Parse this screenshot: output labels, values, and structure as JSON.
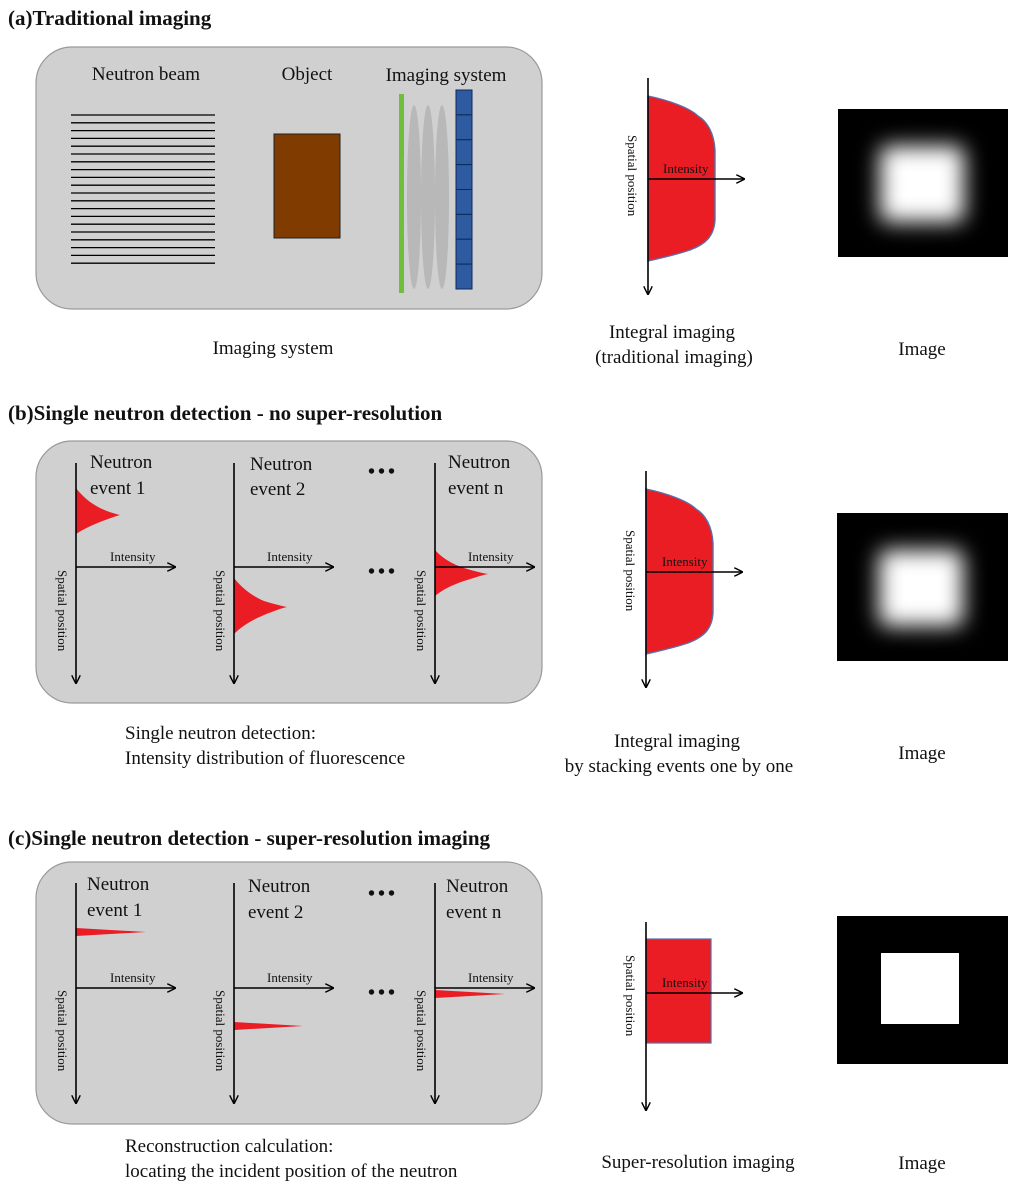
{
  "colors": {
    "panel": "#d0d0d0",
    "panel_stroke": "#9a9a9a",
    "red": "#ea1c24",
    "object": "#7f3b00",
    "scintillator": "#6fbf3c",
    "detector": "#2e5aa0",
    "lens": "#b4b4b4",
    "image_bg": "#000000",
    "image_fg": "#ffffff"
  },
  "sections": [
    {
      "title": "(a)Traditional imaging",
      "panel_labels": {
        "beam": "Neutron beam",
        "object": "Object",
        "system": "Imaging system"
      },
      "caption_left": "Imaging system",
      "caption_mid_1": "Integral imaging",
      "caption_mid_2": "(traditional imaging)",
      "caption_right": "Image",
      "axis_x_label": "Intensity",
      "axis_y_label": "Spatial position"
    },
    {
      "title": "(b)Single neutron detection - no super-resolution",
      "events": [
        {
          "line1": "Neutron",
          "line2": "event 1"
        },
        {
          "line1": "Neutron",
          "line2": "event 2"
        },
        {
          "line1": "Neutron",
          "line2": "event n"
        }
      ],
      "dots": "•••",
      "caption_left_1": "Single neutron detection:",
      "caption_left_2": "Intensity distribution of fluorescence",
      "caption_mid_1": "Integral imaging",
      "caption_mid_2": "by stacking events one by one",
      "caption_right": "Image",
      "axis_x_label": "Intensity",
      "axis_y_label": "Spatial position"
    },
    {
      "title": "(c)Single neutron detection - super-resolution imaging",
      "events": [
        {
          "line1": "Neutron",
          "line2": "event 1"
        },
        {
          "line1": "Neutron",
          "line2": "event 2"
        },
        {
          "line1": "Neutron",
          "line2": "event n"
        }
      ],
      "dots": "•••",
      "caption_left_1": "Reconstruction calculation:",
      "caption_left_2": "locating the incident position of the neutron",
      "caption_mid": "Super-resolution imaging",
      "caption_right": "Image",
      "axis_x_label": "Intensity",
      "axis_y_label": "Spatial position"
    }
  ]
}
